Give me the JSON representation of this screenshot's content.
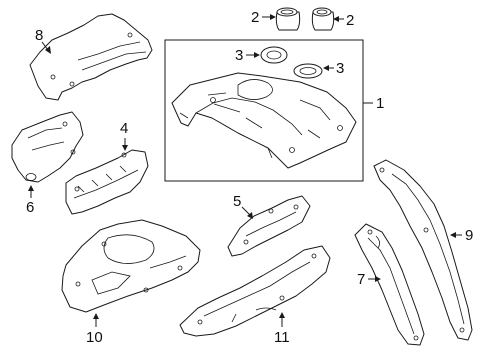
{
  "callouts": {
    "c1": "1",
    "c2a": "2",
    "c2b": "2",
    "c3a": "3",
    "c3b": "3",
    "c4": "4",
    "c5": "5",
    "c6": "6",
    "c7": "7",
    "c8": "8",
    "c9": "9",
    "c10": "10",
    "c11": "11"
  }
}
